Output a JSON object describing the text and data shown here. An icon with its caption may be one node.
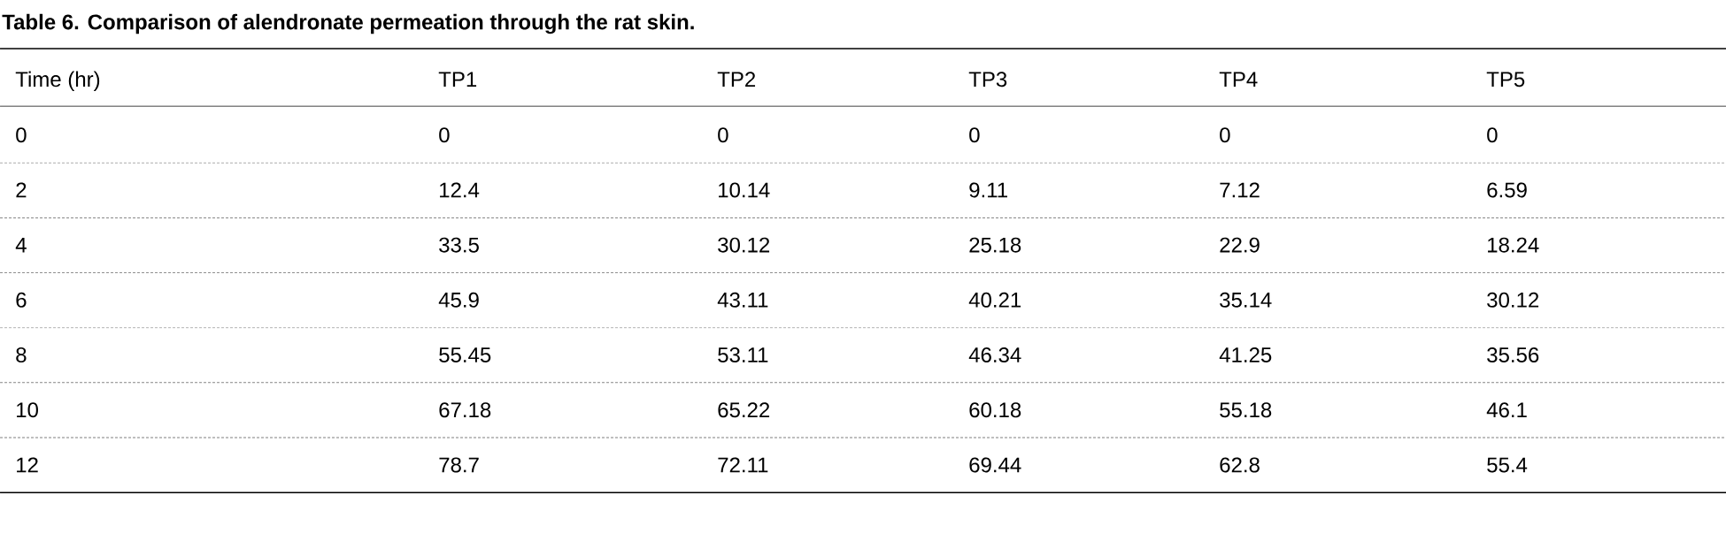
{
  "diagram": {
    "title": "Table 6. Comparison of alendronate permeation through the rat skin.",
    "labels": [
      "Time (hr)",
      "TP1",
      "TP2",
      "TP3",
      "TP4",
      "TP5",
      "0",
      "0",
      "0",
      "0",
      "0",
      "0",
      "2",
      "12.4",
      "10.14",
      "9.11",
      "7.12",
      "6.59",
      "4",
      "33.5",
      "30.12",
      "25.18",
      "22.9",
      "18.24",
      "6",
      "45.9",
      "43.11",
      "40.21",
      "35.14",
      "30.12",
      "8",
      "55.45",
      "53.11",
      "46.34",
      "41.25",
      "35.56",
      "10",
      "67.18",
      "65.22",
      "60.18",
      "55.18",
      "46.1",
      "12",
      "78.7",
      "72.11",
      "69.44",
      "62.8",
      "55.4"
    ]
  }
}
